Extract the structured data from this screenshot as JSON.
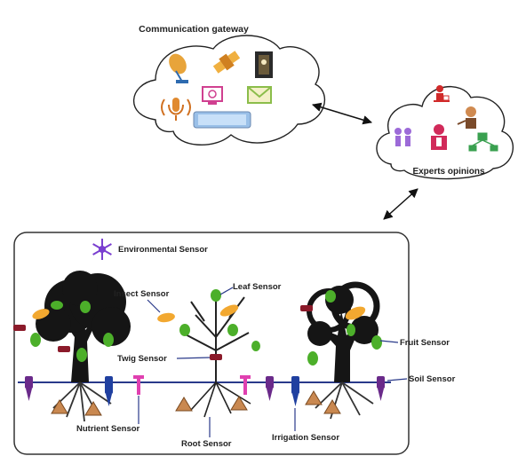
{
  "gateway": {
    "title": "Communication gateway"
  },
  "experts": {
    "title": "Experts opinions"
  },
  "field": {
    "environmental_sensor": "Environmental Sensor",
    "insect_sensor": "Insect Sensor",
    "leaf_sensor": "Leaf Sensor",
    "twig_sensor": "Twig Sensor",
    "fruit_sensor": "Fruit Sensor",
    "soil_sensor": "Soil Sensor",
    "nutrient_sensor": "Nutrient Sensor",
    "root_sensor": "Root Sensor",
    "irrigation_sensor": "Irrigation Sensor"
  },
  "colors": {
    "foliage": "#151515",
    "leaf": "#4caf2a",
    "insect": "#f2a830",
    "twig_probe": "#8b1a2a",
    "soil_line": "#2a3a8a",
    "cone": "#c98850",
    "snowflake": "#7a3fd0"
  }
}
